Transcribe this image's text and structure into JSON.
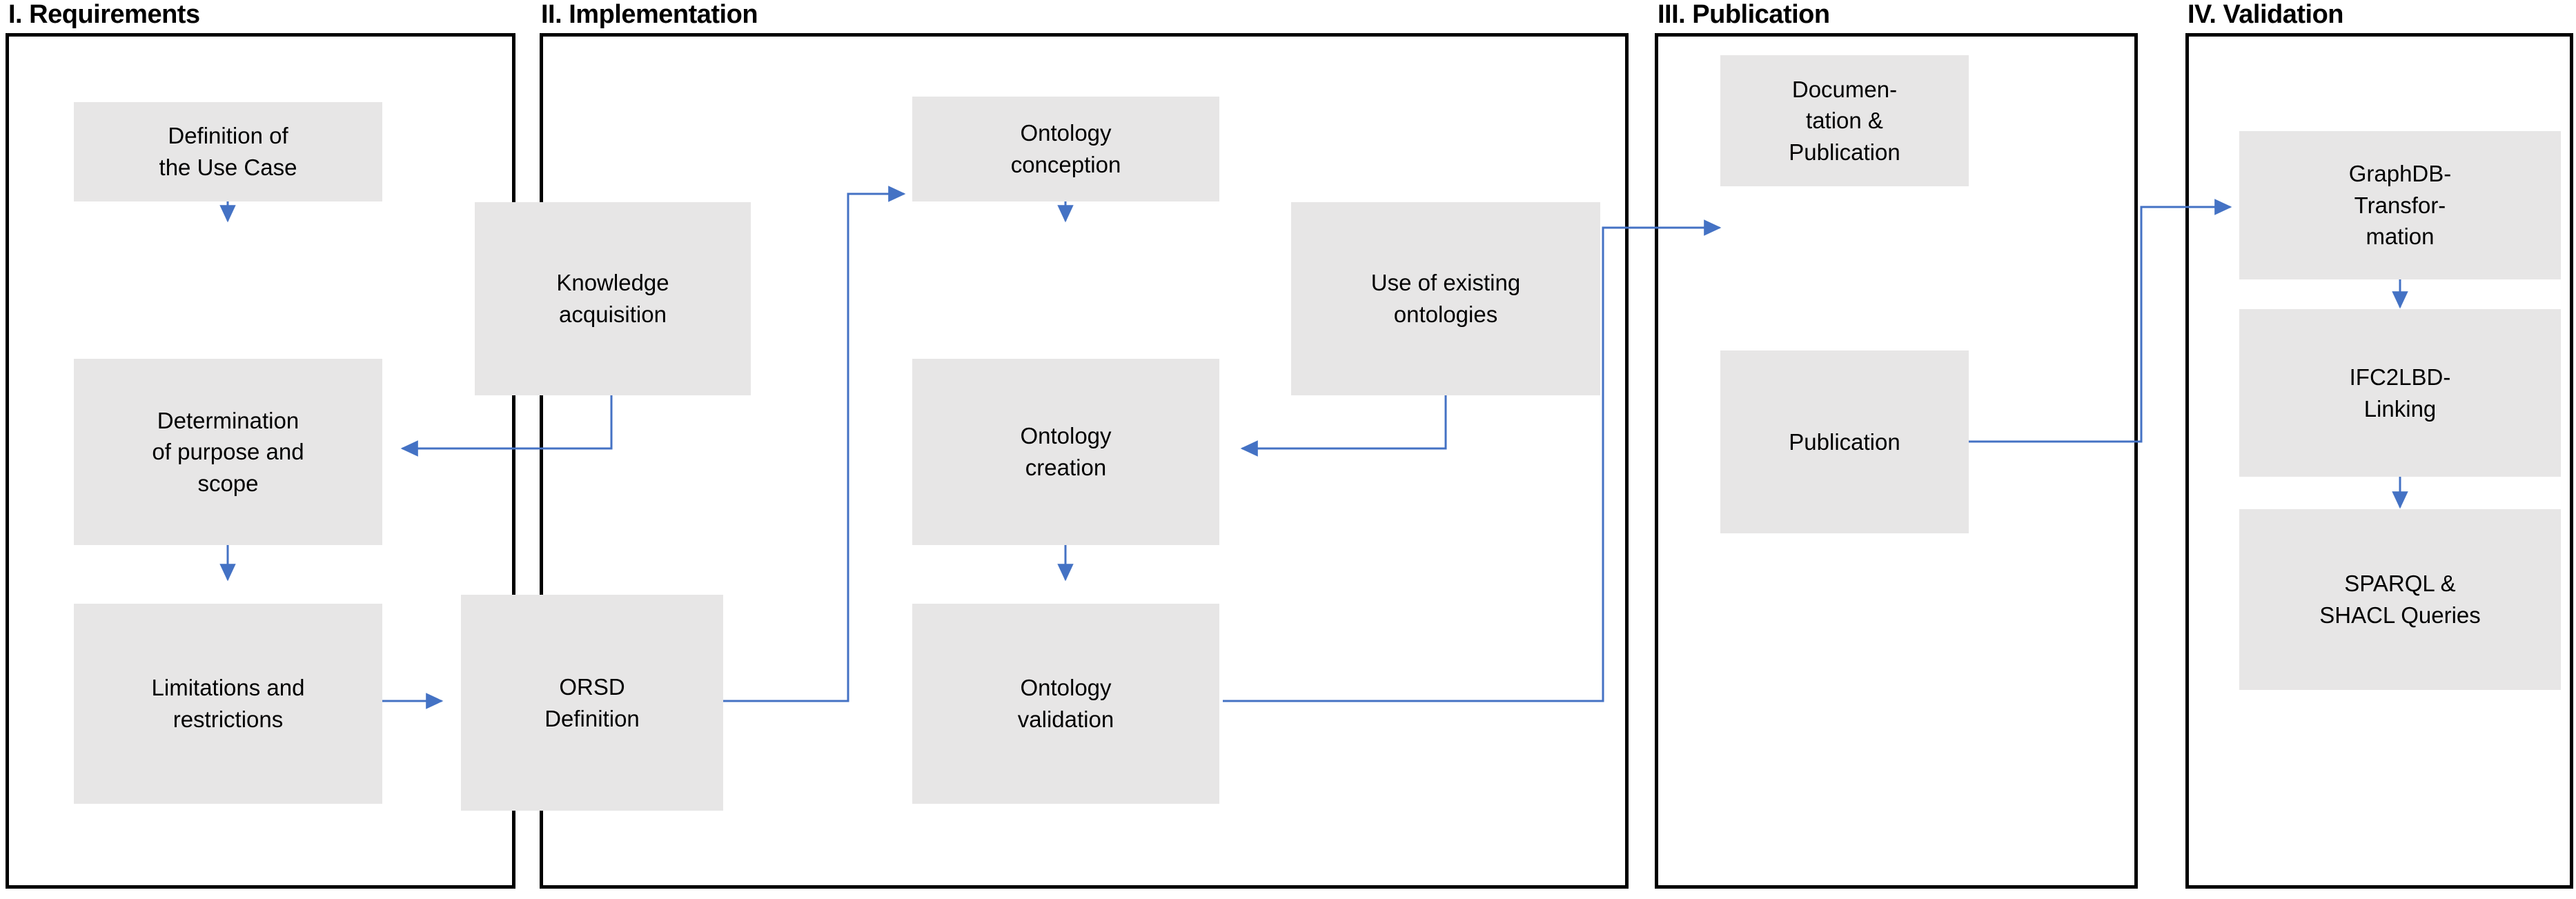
{
  "diagram": {
    "title_style": "four-phase ontology development methodology flowchart",
    "accent_arrow_color": "#4472c4",
    "node_fill": "#e7e6e6",
    "frame_color": "#000000"
  },
  "phases": [
    {
      "id": "requirements",
      "label": "I. Requirements",
      "nodes": [
        {
          "id": "definition-use-case",
          "lines": [
            "Definition of",
            "the Use Case"
          ]
        },
        {
          "id": "knowledge-acquisition",
          "lines": [
            "Knowledge",
            "acquisition"
          ]
        },
        {
          "id": "determination-purpose-scope",
          "lines": [
            "Determination",
            "of purpose and",
            "scope"
          ]
        },
        {
          "id": "limitations-restrictions",
          "lines": [
            "Limitations and",
            "restrictions"
          ]
        },
        {
          "id": "orsd-definition",
          "lines": [
            "ORSD",
            "Definition"
          ]
        }
      ]
    },
    {
      "id": "implementation",
      "label": "II. Implementation",
      "nodes": [
        {
          "id": "ontology-conception",
          "lines": [
            "Ontology",
            "conception"
          ]
        },
        {
          "id": "use-existing-ontologies",
          "lines": [
            "Use of existing",
            "ontologies"
          ]
        },
        {
          "id": "ontology-creation",
          "lines": [
            "Ontology",
            "creation"
          ]
        },
        {
          "id": "ontology-validation",
          "lines": [
            "Ontology",
            "validation"
          ]
        }
      ]
    },
    {
      "id": "publication",
      "label": "III. Publication",
      "nodes": [
        {
          "id": "documentation-publication",
          "lines": [
            "Documen-",
            "tation &",
            "Publication"
          ]
        },
        {
          "id": "publication",
          "lines": [
            "Publication"
          ]
        }
      ]
    },
    {
      "id": "validation",
      "label": "IV. Validation",
      "nodes": [
        {
          "id": "graphdb-transformation",
          "lines": [
            "GraphDB-",
            "Transfor-",
            "mation"
          ]
        },
        {
          "id": "ifc2lbd-linking",
          "lines": [
            "IFC2LBD-",
            "Linking"
          ]
        },
        {
          "id": "sparql-shacl-queries",
          "lines": [
            "SPARQL &",
            "SHACL Queries"
          ]
        }
      ]
    }
  ],
  "connections": [
    {
      "from": "definition-use-case",
      "to": "determination-purpose-scope",
      "kind": "vertical-arrow"
    },
    {
      "from": "knowledge-acquisition",
      "to": "determination-purpose-scope",
      "kind": "elbow-arrow-left"
    },
    {
      "from": "determination-purpose-scope",
      "to": "limitations-restrictions",
      "kind": "vertical-arrow"
    },
    {
      "from": "limitations-restrictions",
      "to": "orsd-definition",
      "kind": "horizontal-arrow"
    },
    {
      "from": "orsd-definition",
      "to": "ontology-conception",
      "kind": "elbow-arrow-cross-phase"
    },
    {
      "from": "ontology-conception",
      "to": "ontology-creation",
      "kind": "vertical-arrow"
    },
    {
      "from": "use-existing-ontologies",
      "to": "ontology-creation",
      "kind": "elbow-arrow-left"
    },
    {
      "from": "ontology-creation",
      "to": "ontology-validation",
      "kind": "vertical-arrow"
    },
    {
      "from": "ontology-validation",
      "to": "documentation-publication",
      "kind": "elbow-arrow-cross-phase"
    },
    {
      "from": "documentation-publication",
      "to": "publication",
      "kind": "vertical-arrow"
    },
    {
      "from": "publication",
      "to": "graphdb-transformation",
      "kind": "elbow-arrow-cross-phase"
    },
    {
      "from": "graphdb-transformation",
      "to": "ifc2lbd-linking",
      "kind": "vertical-arrow"
    },
    {
      "from": "ifc2lbd-linking",
      "to": "sparql-shacl-queries",
      "kind": "vertical-arrow"
    }
  ]
}
